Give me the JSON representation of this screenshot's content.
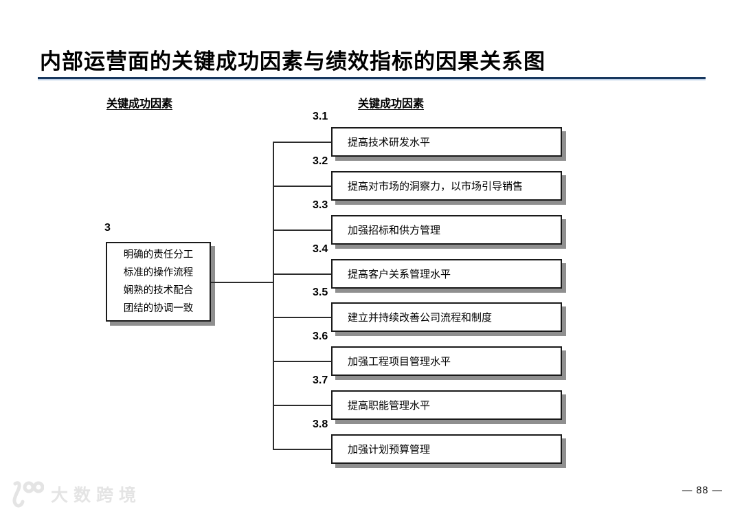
{
  "page": {
    "title": "内部运营面的关键成功因素与绩效指标的因果关系图",
    "page_number": "— 88 —",
    "watermark_text": "大数跨境"
  },
  "columns": {
    "left_header": "关键成功因素",
    "right_header": "关键成功因素"
  },
  "left_factor": {
    "num": "3",
    "lines": [
      "明确的责任分工",
      "标准的操作流程",
      "娴熟的技术配合",
      "团结的协调一致"
    ]
  },
  "right_factors": {
    "items": [
      {
        "num": "3.1",
        "label": "提高技术研发水平"
      },
      {
        "num": "3.2",
        "label": "提高对市场的洞察力，以市场引导销售"
      },
      {
        "num": "3.3",
        "label": "加强招标和供方管理"
      },
      {
        "num": "3.4",
        "label": "提高客户关系管理水平"
      },
      {
        "num": "3.5",
        "label": "建立并持续改善公司流程和制度"
      },
      {
        "num": "3.6",
        "label": "加强工程项目管理水平"
      },
      {
        "num": "3.7",
        "label": "提高职能管理水平"
      },
      {
        "num": "3.8",
        "label": "加强计划预算管理"
      }
    ]
  },
  "colors": {
    "title_rule": "#17375e",
    "box_border": "#1a1a1a",
    "box_shadow": "#8f8f8f",
    "connector": "#2b2b2b",
    "watermark": "#e4e4e4"
  }
}
